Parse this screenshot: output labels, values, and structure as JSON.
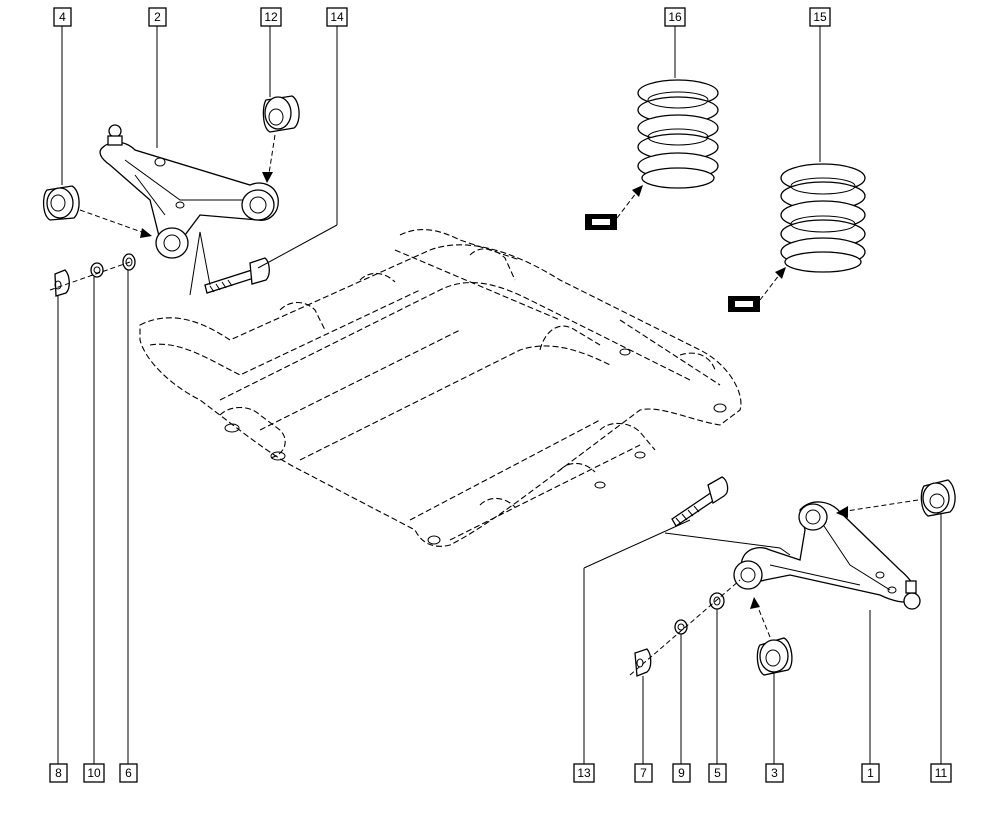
{
  "callouts": {
    "c4": "4",
    "c2": "2",
    "c12": "12",
    "c14": "14",
    "c16": "16",
    "c15": "15",
    "c8": "8",
    "c10": "10",
    "c6": "6",
    "c13": "13",
    "c7": "7",
    "c9": "9",
    "c5": "5",
    "c3": "3",
    "c1": "1",
    "c11": "11"
  },
  "icons": {
    "grease_symbol_top": "lubricant-symbol-icon",
    "grease_symbol_bottom": "lubricant-symbol-icon"
  }
}
